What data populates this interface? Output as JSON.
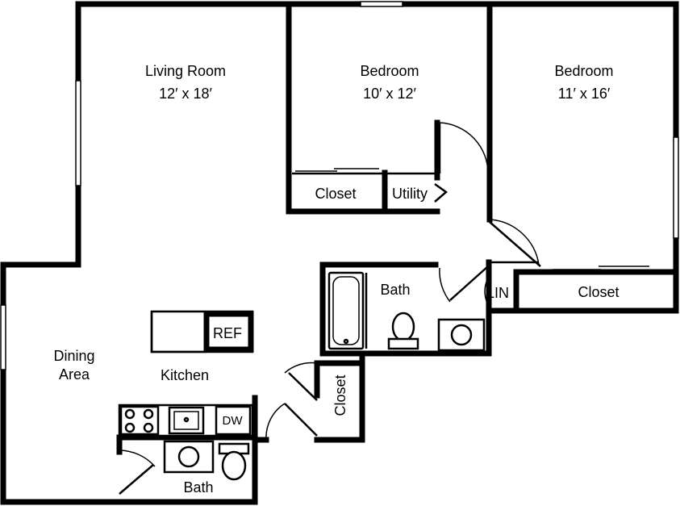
{
  "rooms": {
    "living": {
      "name": "Living Room",
      "size": "12′ x 18′"
    },
    "bedroom1": {
      "name": "Bedroom",
      "size": "10′ x 12′"
    },
    "bedroom2": {
      "name": "Bedroom",
      "size": "11′ x 16′"
    },
    "closet1": "Closet",
    "utility": "Utility",
    "bath_main": "Bath",
    "lin": "LIN",
    "closet2": "Closet",
    "dining": {
      "line1": "Dining",
      "line2": "Area"
    },
    "kitchen": "Kitchen",
    "ref": "REF",
    "dw": "DW",
    "closet3": "Closet",
    "bath_small": "Bath"
  }
}
